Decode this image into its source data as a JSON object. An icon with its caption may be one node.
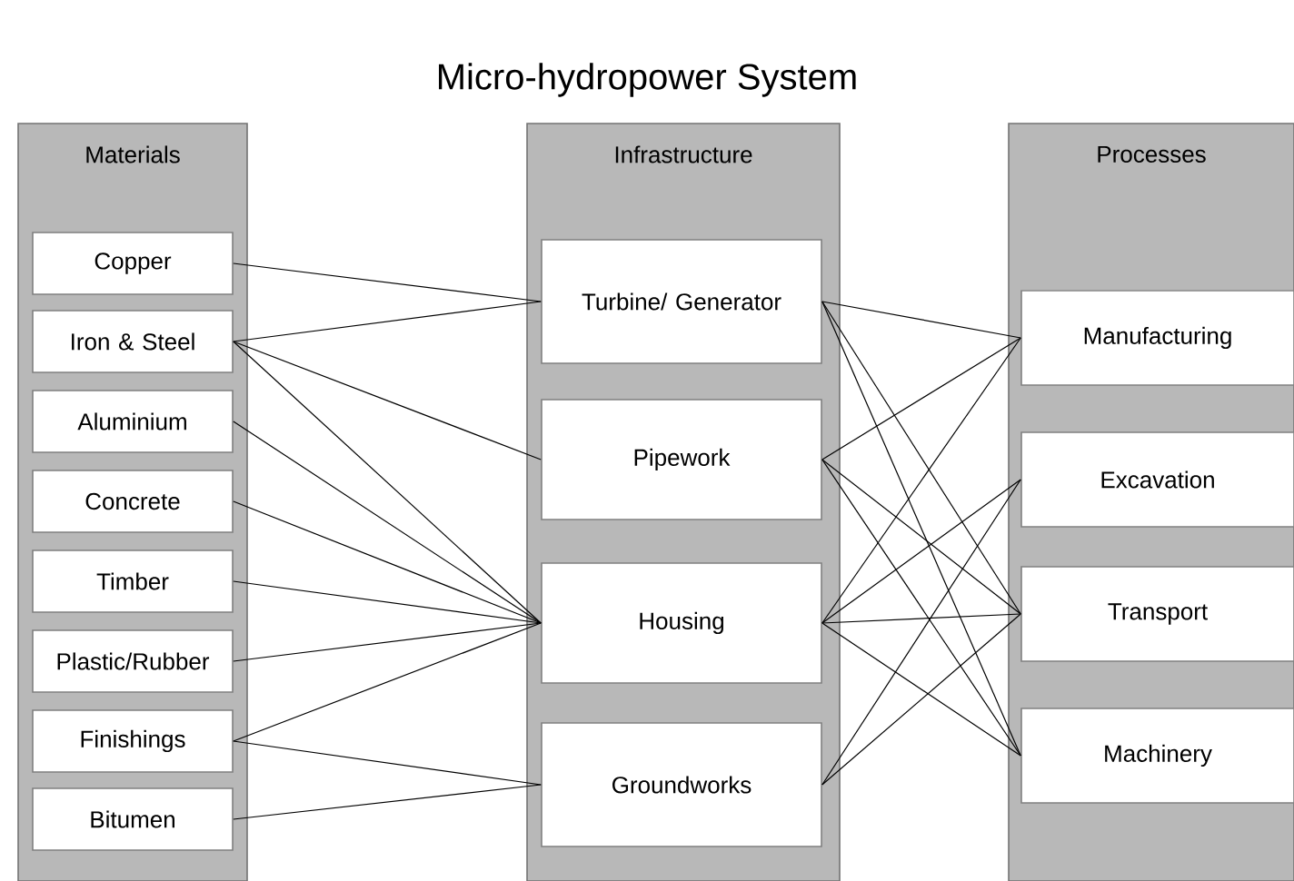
{
  "diagram": {
    "title": "Micro-hydropower System",
    "nodes": [
      {
        "text": [
          "Materials"
        ]
      },
      {
        "text": [
          "Copper"
        ],
        "in": 0
      },
      {
        "text": [
          "Iron & Steel"
        ],
        "in": 0
      },
      {
        "text": [
          "Aluminium"
        ],
        "in": 0
      },
      {
        "text": [
          "Concrete"
        ],
        "in": 0
      },
      {
        "text": [
          "Timber"
        ],
        "in": 0
      },
      {
        "text": [
          "Plastic/Rubber"
        ],
        "in": 0
      },
      {
        "text": [
          "Finishings"
        ],
        "in": 0
      },
      {
        "text": [
          "Bitumen"
        ],
        "in": 0
      },
      {
        "text": [
          "Infrastructure"
        ]
      },
      {
        "text": [
          "Turbine/ Generator"
        ],
        "in": 9
      },
      {
        "text": [
          "Pipework"
        ],
        "in": 9
      },
      {
        "text": [
          "Housing"
        ],
        "in": 9
      },
      {
        "text": [
          "Groundworks"
        ],
        "in": 9
      },
      {
        "text": [
          "Processes"
        ]
      },
      {
        "text": [
          "Manufacturing"
        ],
        "in": 14
      },
      {
        "text": [
          "Excavation"
        ],
        "in": 14
      },
      {
        "text": [
          "Transport"
        ],
        "in": 14
      },
      {
        "text": [
          "Machinery"
        ],
        "in": 14
      }
    ],
    "edges": [
      {
        "from": 1,
        "to": 10,
        "arrow": "none"
      },
      {
        "from": 2,
        "to": 10,
        "arrow": "none"
      },
      {
        "from": 2,
        "to": 11,
        "arrow": "none"
      },
      {
        "from": 2,
        "to": 12,
        "arrow": "none"
      },
      {
        "from": 3,
        "to": 12,
        "arrow": "none"
      },
      {
        "from": 4,
        "to": 12,
        "arrow": "none"
      },
      {
        "from": 5,
        "to": 12,
        "arrow": "none"
      },
      {
        "from": 6,
        "to": 12,
        "arrow": "none"
      },
      {
        "from": 7,
        "to": 12,
        "arrow": "none"
      },
      {
        "from": 7,
        "to": 13,
        "arrow": "none"
      },
      {
        "from": 8,
        "to": 13,
        "arrow": "none"
      },
      {
        "from": 10,
        "to": 15,
        "arrow": "none"
      },
      {
        "from": 10,
        "to": 17,
        "arrow": "none"
      },
      {
        "from": 10,
        "to": 18,
        "arrow": "none"
      },
      {
        "from": 11,
        "to": 15,
        "arrow": "none"
      },
      {
        "from": 11,
        "to": 17,
        "arrow": "none"
      },
      {
        "from": 11,
        "to": 18,
        "arrow": "none"
      },
      {
        "from": 12,
        "to": 15,
        "arrow": "none"
      },
      {
        "from": 12,
        "to": 16,
        "arrow": "none"
      },
      {
        "from": 12,
        "to": 17,
        "arrow": "none"
      },
      {
        "from": 12,
        "to": 18,
        "arrow": "none"
      },
      {
        "from": 13,
        "to": 16,
        "arrow": "none"
      },
      {
        "from": 13,
        "to": 17,
        "arrow": "none"
      }
    ]
  }
}
